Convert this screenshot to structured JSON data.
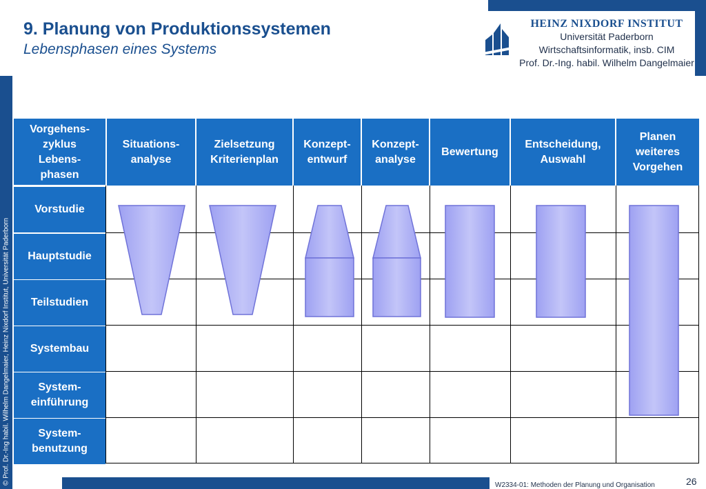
{
  "header": {
    "title": "9. Planung von Produktionssystemen",
    "subtitle": "Lebensphasen eines Systems"
  },
  "institute": {
    "name": "HEINZ NIXDORF INSTITUT",
    "line1": "Universität Paderborn",
    "line2": "Wirtschaftsinformatik, insb. CIM",
    "line3": "Prof. Dr.-Ing. habil. Wilhelm Dangelmaier"
  },
  "copyright": "© Prof. Dr.-Ing habil. Wilhelm Dangelmaier, Heinz Nixdorf Institut, Universität Paderborn",
  "table": {
    "corner_label": "Vorgehens-\nzyklus\nLebens-\nphasen",
    "columns": [
      "Situations-\nanalyse",
      "Zielsetzung\nKriterienplan",
      "Konzept-\nentwurf",
      "Konzept-\nanalyse",
      "Bewertung",
      "Entscheidung,\nAuswahl",
      "Planen\nweiteres\nVorgehen"
    ],
    "rows": [
      "Vorstudie",
      "Hauptstudie",
      "Teilstudien",
      "Systembau",
      "System-\neinführung",
      "System-\nbenutzung"
    ]
  },
  "footer": {
    "course": "W2334-01: Methoden der Planung und Organisation",
    "page": "26"
  },
  "colors": {
    "brand_blue": "#1a4f8f",
    "header_cell": "#1a6fc4",
    "shape_fill": "#a9acf5",
    "shape_stroke": "#6f72d8"
  }
}
